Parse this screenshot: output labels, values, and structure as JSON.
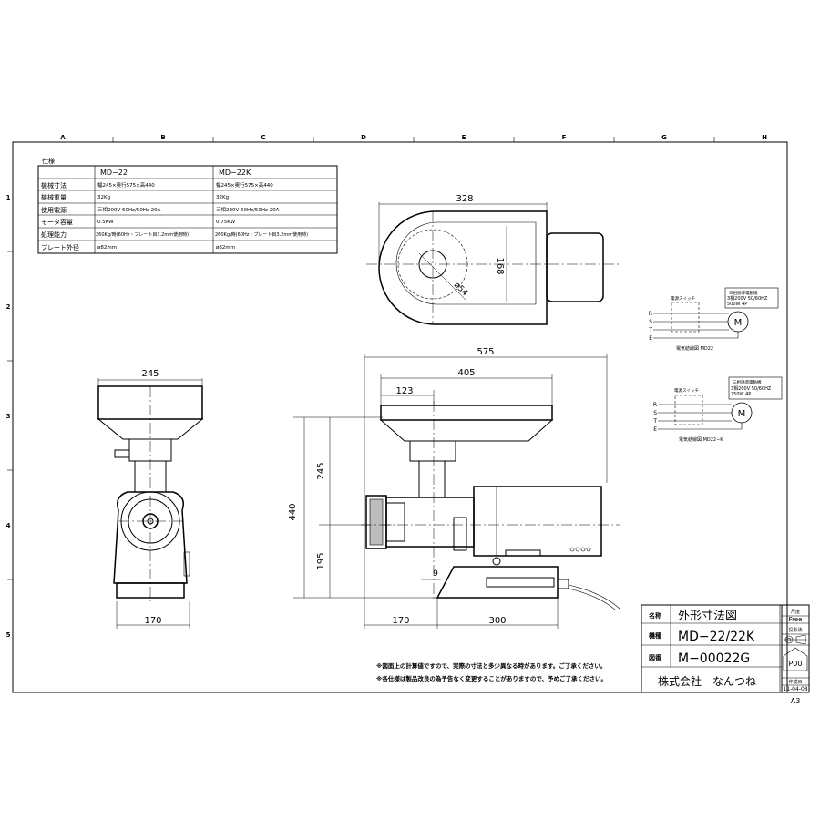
{
  "grid": {
    "columns": [
      "A",
      "B",
      "C",
      "D",
      "E",
      "F",
      "G",
      "H"
    ],
    "rows": [
      "1",
      "2",
      "3",
      "4",
      "5"
    ]
  },
  "spec_table": {
    "title": "仕様",
    "headers": [
      "",
      "MD−22",
      "MD−22K"
    ],
    "rows": [
      {
        "label": "機械寸法",
        "md22": "幅245×奥行575×高440",
        "md22k": "幅245×奥行575×高440"
      },
      {
        "label": "機械重量",
        "md22": "32Kg",
        "md22k": "32Kg"
      },
      {
        "label": "使用電源",
        "md22": "三相200V 60Hz/50Hz 20A",
        "md22k": "三相200V 60Hz/50Hz 20A"
      },
      {
        "label": "モータ容量",
        "md22": "0.5KW",
        "md22k": "0.75KW"
      },
      {
        "label": "処理能力",
        "md22": "260Kg/時(60Hz・プレート目3.2mm使用時)",
        "md22k": "260Kg/時(60Hz・プレート目3.2mm使用時)"
      },
      {
        "label": "プレート外径",
        "md22": "ø82mm",
        "md22k": "ø82mm"
      }
    ]
  },
  "top_view": {
    "dim_width": "328",
    "dim_depth": "168",
    "dim_hole": "ø54"
  },
  "front_view": {
    "dim_top": "245",
    "dim_base": "170"
  },
  "side_view": {
    "dim_total": "575",
    "dim_hopper": "405",
    "dim_offset": "123",
    "dim_height": "440",
    "dim_upper": "245",
    "dim_lower": "195",
    "dim_gap": "9",
    "dim_base_left": "170",
    "dim_base_right": "300"
  },
  "wiring": [
    {
      "switch_label": "電源スイッチ",
      "motor_label_1": "三相誘導電動機",
      "motor_label_2": "3相200V 50/60HZ",
      "motor_label_3": "500W 4P",
      "terminals": [
        "R",
        "S",
        "T",
        "E"
      ],
      "motor_symbol": "M",
      "caption": "電気結線図 MD22"
    },
    {
      "switch_label": "電源スイッチ",
      "motor_label_1": "三相誘導電動機",
      "motor_label_2": "3相200V 50/60HZ",
      "motor_label_3": "750W 4P",
      "terminals": [
        "R",
        "S",
        "T",
        "E"
      ],
      "motor_symbol": "M",
      "caption": "電気結線図 MD22−K"
    }
  ],
  "notes": [
    "※図面上の計算値ですので、実際の寸法と多少異なる時があります。ご了承ください。",
    "※各仕様は製品改良の為予告なく変更することがありますので、予めご了承ください。"
  ],
  "title_block": {
    "name_label": "名称",
    "name_value": "外形寸法図",
    "model_label": "機種",
    "model_value": "MD−22/22K",
    "drawing_no_label": "図番",
    "drawing_no_value": "M−00022G",
    "company": "株式会社　なんつね",
    "scale_label": "尺度",
    "scale_value": "Free",
    "projection_label": "投影法",
    "stamp": "P00",
    "date_label": "作成日",
    "date_value": "11-04-08",
    "sheet_size": "A3"
  }
}
